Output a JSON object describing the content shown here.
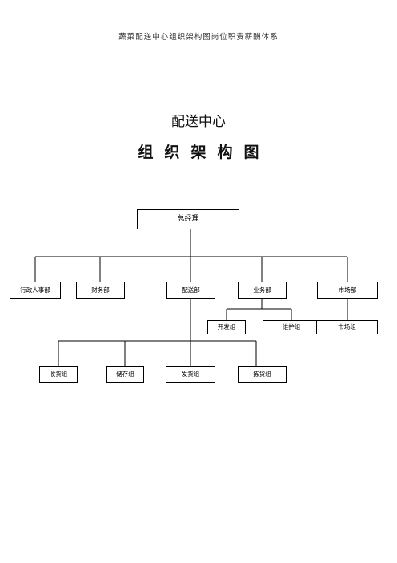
{
  "header": "蔬菜配送中心组织架构图岗位职责薪酬体系",
  "title_line1": "配送中心",
  "title_line2": "组织架构图",
  "org": {
    "top": "总经理",
    "departments": [
      "行政人事部",
      "财务部",
      "配送部",
      "业务部",
      "市场部"
    ],
    "business_groups": [
      "开发组",
      "维护组"
    ],
    "market_groups": [
      "市场组"
    ],
    "delivery_groups": [
      "收货组",
      "储存组",
      "发货组",
      "拣货组"
    ]
  }
}
